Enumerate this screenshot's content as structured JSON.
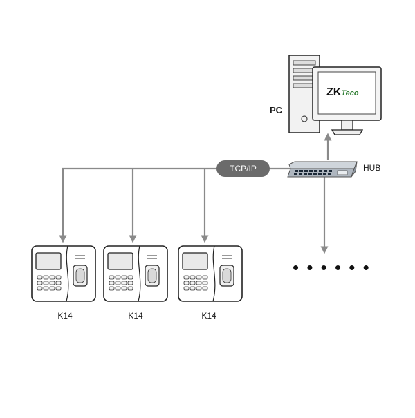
{
  "labels": {
    "pc": "PC",
    "hub": "HUB",
    "protocol": "TCP/IP",
    "brand": "ZKTeco",
    "more_devices": "• • • • • •"
  },
  "devices": [
    {
      "label": "K14"
    },
    {
      "label": "K14"
    },
    {
      "label": "K14"
    }
  ],
  "colors": {
    "line": "#8a8a8a",
    "pill": "#6b6b6b",
    "hub_body": "#b9c0c8",
    "device_outline": "#222222",
    "brand_accent": "#2e7d32"
  }
}
